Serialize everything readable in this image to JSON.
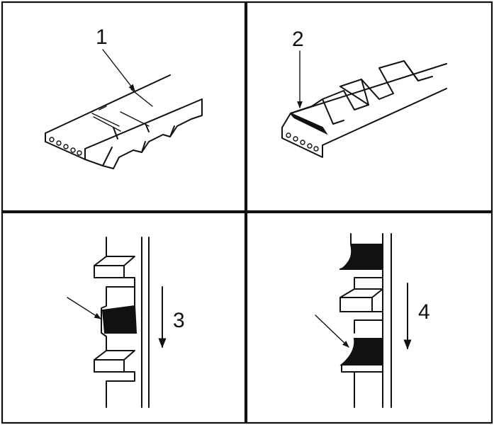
{
  "figure": {
    "panels": [
      {
        "id": "top-left",
        "label": "1"
      },
      {
        "id": "top-right",
        "label": "2"
      },
      {
        "id": "bottom-left",
        "label": "3"
      },
      {
        "id": "bottom-right",
        "label": "4"
      }
    ],
    "colors": {
      "ink": "#111111",
      "paper": "#ffffff"
    }
  }
}
